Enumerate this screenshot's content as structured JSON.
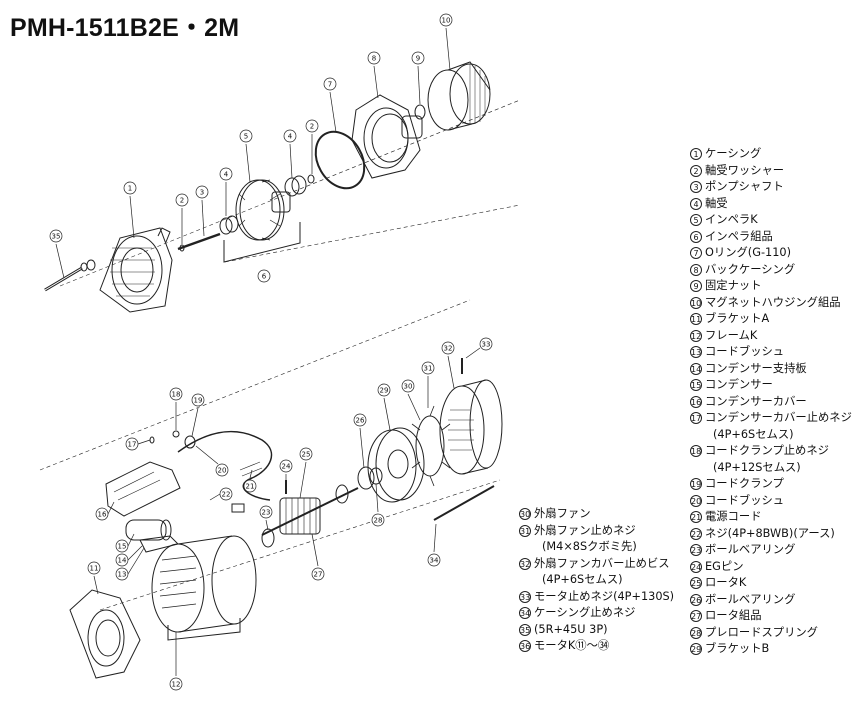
{
  "title": "PMH-1511B2E・2M",
  "legend_right": [
    {
      "num": "1",
      "label": "ケーシング"
    },
    {
      "num": "2",
      "label": "軸受ワッシャー"
    },
    {
      "num": "3",
      "label": "ポンプシャフト"
    },
    {
      "num": "4",
      "label": "軸受"
    },
    {
      "num": "5",
      "label": "インペラK"
    },
    {
      "num": "6",
      "label": "インペラ組品"
    },
    {
      "num": "7",
      "label": "Oリング(G-110)"
    },
    {
      "num": "8",
      "label": "バックケーシング"
    },
    {
      "num": "9",
      "label": "固定ナット"
    },
    {
      "num": "10",
      "label": "マグネットハウジング組品"
    },
    {
      "num": "11",
      "label": "ブラケットA"
    },
    {
      "num": "12",
      "label": "フレームK"
    },
    {
      "num": "13",
      "label": "コードブッシュ"
    },
    {
      "num": "14",
      "label": "コンデンサー支持板"
    },
    {
      "num": "15",
      "label": "コンデンサー"
    },
    {
      "num": "16",
      "label": "コンデンサーカバー"
    },
    {
      "num": "17",
      "label": "コンデンサーカバー止めネジ",
      "cont": "(4P+6Sセムス)"
    },
    {
      "num": "18",
      "label": "コードクランプ止めネジ",
      "cont": "(4P+12Sセムス)"
    },
    {
      "num": "19",
      "label": "コードクランプ"
    },
    {
      "num": "20",
      "label": "コードブッシュ"
    },
    {
      "num": "21",
      "label": "電源コード"
    },
    {
      "num": "22",
      "label": "ネジ(4P+8BWB)(アース)"
    },
    {
      "num": "23",
      "label": "ボールベアリング"
    },
    {
      "num": "24",
      "label": "EGピン"
    },
    {
      "num": "25",
      "label": "ロータK"
    },
    {
      "num": "26",
      "label": "ボールベアリング"
    },
    {
      "num": "27",
      "label": "ロータ組品"
    },
    {
      "num": "28",
      "label": "プレロードスプリング"
    },
    {
      "num": "29",
      "label": "ブラケットB"
    }
  ],
  "legend_bottom": [
    {
      "num": "30",
      "label": "外扇ファン"
    },
    {
      "num": "31",
      "label": "外扇ファン止めネジ",
      "cont": "(M4×8Sクボミ先)"
    },
    {
      "num": "32",
      "label": "外扇ファンカバー止めビス",
      "cont": "(4P+6Sセムス)"
    },
    {
      "num": "33",
      "label": "モータ止めネジ(4P+130S)"
    },
    {
      "num": "34",
      "label": "ケーシング止めネジ"
    },
    {
      "num": "35",
      "label": "(5R+45U 3P)"
    },
    {
      "num": "36",
      "label": "モータK⑪～㉞"
    }
  ],
  "callouts": [
    "1",
    "2",
    "3",
    "4",
    "5",
    "6",
    "7",
    "8",
    "9",
    "10",
    "11",
    "12",
    "13",
    "14",
    "15",
    "16",
    "17",
    "18",
    "19",
    "20",
    "21",
    "22",
    "23",
    "24",
    "25",
    "26",
    "27",
    "28",
    "29",
    "30",
    "31",
    "32",
    "33",
    "34",
    "35"
  ]
}
